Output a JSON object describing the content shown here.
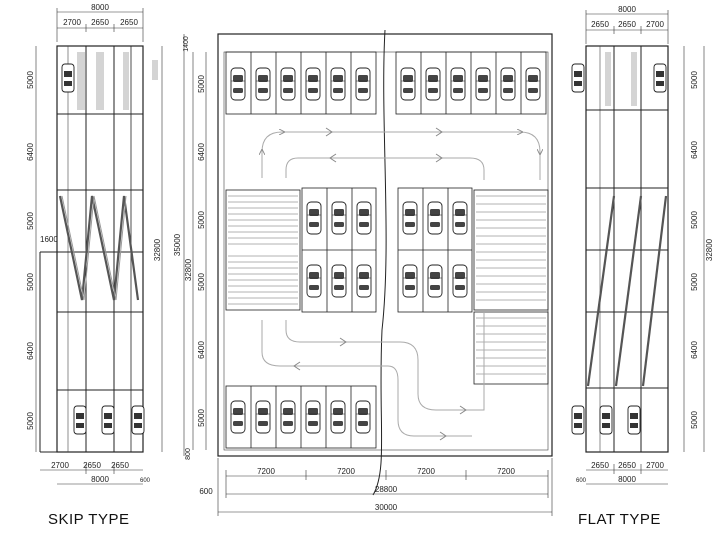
{
  "skip": {
    "caption": "SKIP TYPE",
    "top_total": "8000",
    "top_parts": [
      "2700",
      "2650",
      "2650"
    ],
    "bottom_parts": [
      "2700",
      "2650",
      "2650"
    ],
    "bottom_total": "8000",
    "bottom_small": "600",
    "left_heights": [
      "5000",
      "6400",
      "5000",
      "5000",
      "6400",
      "5000"
    ],
    "right_total": "32800",
    "offset_label": "1600"
  },
  "plan": {
    "top_small": "1400",
    "left_total": "35000",
    "right_total": "32800",
    "left_heights": [
      "5000",
      "6400",
      "5000",
      "5000",
      "6400",
      "5000"
    ],
    "bottom_small": "800",
    "bays": [
      "7200",
      "7200",
      "7200",
      "7200"
    ],
    "mid_total": "28800",
    "outer_total": "30000",
    "left_offset": "600"
  },
  "flat": {
    "caption": "FLAT TYPE",
    "top_total": "8000",
    "top_parts": [
      "2650",
      "2650",
      "2700"
    ],
    "bottom_parts": [
      "2650",
      "2650",
      "2700"
    ],
    "bottom_total": "8000",
    "bottom_small": "600",
    "right_heights": [
      "5000",
      "6400",
      "5000",
      "5000",
      "6400",
      "5000"
    ],
    "right_total": "32800"
  }
}
